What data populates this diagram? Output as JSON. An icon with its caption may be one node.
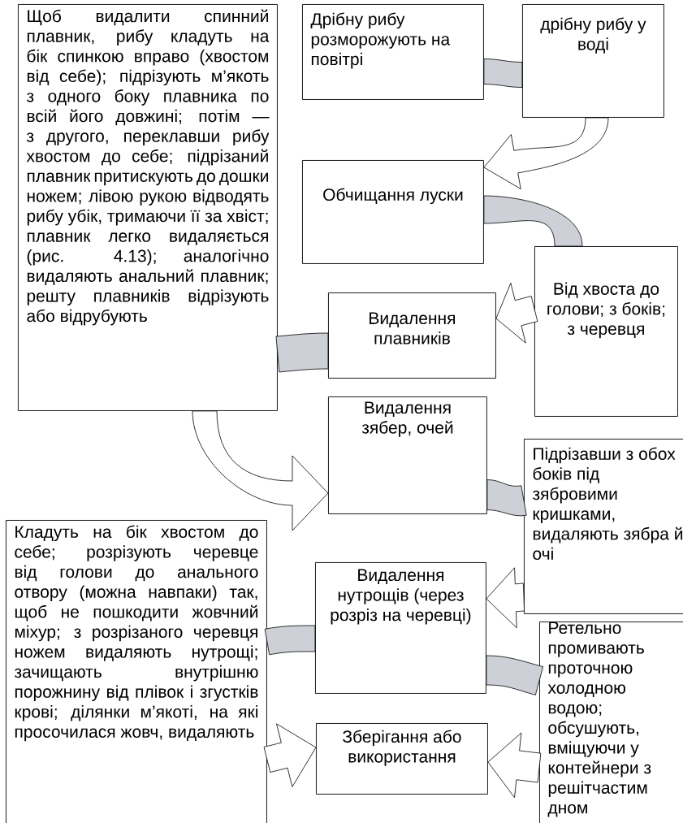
{
  "diagram": {
    "nodes": [
      {
        "text": [
          "Дрібну рибу розморожують на повітрі"
        ]
      },
      {
        "text": [
          "дрібну рибу у воді"
        ]
      },
      {
        "text": [
          "Обчищання луски"
        ]
      },
      {
        "text": [
          "Від хвоста до голови; з боків; з черевця"
        ]
      },
      {
        "text": [
          "Видалення плавників"
        ]
      },
      {
        "text": [
          "Щоб видалити спинний плавник, рибу кладуть на бік спинкою вправо (хвостом від себе); підрізують м’якоть з одного боку плавника по всій його довжині; потім — з другого, переклавши рибу хвостом до себе; підрізаний плавник притискують до дошки ножем; лівою рукою відводять рибу убік, тримаючи її за хвіст; плавник легко видаляється (рис. 4.13); аналогічно видаляють анальний плавник; решту плавників відрізують або відрубують"
        ]
      },
      {
        "text": [
          "Видалення зябер, очей"
        ]
      },
      {
        "text": [
          "Підрізавши з обох боків під зябровими кришками, видаляють зябра й очі"
        ]
      },
      {
        "text": [
          "Видалення нутрощів (через розріз на черевці)"
        ]
      },
      {
        "text": [
          "Ретельно промивають проточною холодною водою; обсушують, вміщуючи у контейнери з решітчастим дном"
        ]
      },
      {
        "text": [
          "Кладуть на бік хвостом до себе; розрізують черевце від голови до анального отвору (можна навпаки) так, щоб не пошкодити жовчний міхур; з розрізаного черевця ножем видаляють нутрощі; зачищають внутрішню порожнину від плівок і згустків крові; ділянки м’якоті, на які просочилася жовч, видаляють"
        ]
      },
      {
        "text": [
          "Зберігання або використання"
        ]
      }
    ],
    "edges": [
      {
        "from": 0,
        "to": 1,
        "arrow": "none"
      },
      {
        "from": 1,
        "to": 2,
        "arrow": "to"
      },
      {
        "from": 2,
        "to": 3,
        "arrow": "none"
      },
      {
        "from": 3,
        "to": 4,
        "arrow": "to"
      },
      {
        "from": 5,
        "to": 4,
        "arrow": "none"
      },
      {
        "from": 5,
        "to": 6,
        "arrow": "to"
      },
      {
        "from": 6,
        "to": 7,
        "arrow": "none"
      },
      {
        "from": 7,
        "to": 8,
        "arrow": "to"
      },
      {
        "from": 8,
        "to": 10,
        "arrow": "none"
      },
      {
        "from": 8,
        "to": 9,
        "arrow": "none"
      },
      {
        "from": 10,
        "to": 11,
        "arrow": "to"
      },
      {
        "from": 9,
        "to": 11,
        "arrow": "to"
      }
    ]
  }
}
